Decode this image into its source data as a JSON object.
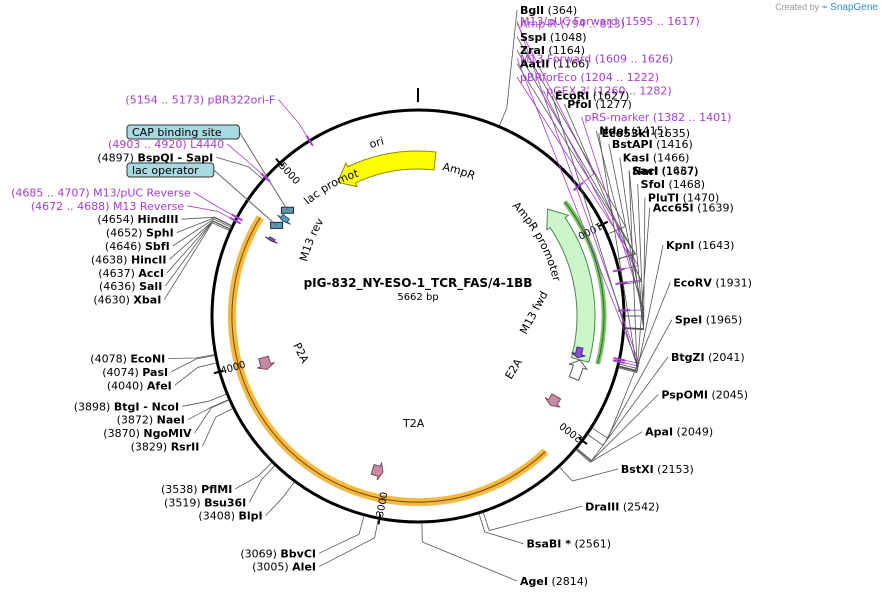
{
  "credit": {
    "prefix": "Created by",
    "brand": "SnapGene"
  },
  "plasmid": {
    "name": "pIG-832_NY-ESO-1_TCR_FAS/4-1BB",
    "size_label": "5662 bp",
    "length": 5662
  },
  "tick_marks": [
    {
      "pos": 1000,
      "label": "1000"
    },
    {
      "pos": 2000,
      "label": "2000"
    },
    {
      "pos": 3000,
      "label": "3000"
    },
    {
      "pos": 4000,
      "label": "4000"
    },
    {
      "pos": 5000,
      "label": "5000"
    }
  ],
  "features": [
    {
      "name": "AmpR",
      "label": "AmpR",
      "start": 794,
      "end": 1654,
      "strand": -1,
      "color": "#ccf5cc"
    },
    {
      "name": "AmpR promoter",
      "label": "AmpR promoter",
      "start": 1655,
      "end": 1759,
      "strand": -1,
      "color": "#ffffff"
    },
    {
      "name": "ori",
      "label": "ori",
      "start": 5175,
      "end": 5760,
      "strand": -1,
      "color": "#ffff00"
    },
    {
      "name": "lac promoter",
      "label": "lac promoter",
      "start": 4798,
      "end": 4828,
      "strand": -1,
      "color": "#ffffff"
    },
    {
      "name": "M13 rev",
      "label": "M13 rev",
      "start": 4672,
      "end": 4688,
      "strand": -1,
      "color": "#8a4fd0"
    },
    {
      "name": "M13 fwd",
      "label": "M13 fwd",
      "start": 1609,
      "end": 1626,
      "strand": 1,
      "color": "#8a4fd0"
    },
    {
      "name": "P2A",
      "label": "P2A",
      "start": 3940,
      "end": 4010,
      "strand": -1,
      "color": "#c98aa6"
    },
    {
      "name": "E2A",
      "label": "E2A",
      "start": 1890,
      "end": 1950,
      "strand": 1,
      "color": "#c98aa6"
    },
    {
      "name": "T2A",
      "label": "T2A",
      "start": 3030,
      "end": 3090,
      "strand": -1,
      "color": "#c98aa6"
    }
  ],
  "labeled_boxes": [
    {
      "label": "CAP binding site",
      "pos": 4860
    },
    {
      "label": "lac operator",
      "pos": 4760
    }
  ],
  "sites": [
    {
      "name": "BglI",
      "pos": "364",
      "p": 364
    },
    {
      "name": "SspI",
      "pos": "1048",
      "p": 1048
    },
    {
      "name": "ZraI",
      "pos": "1164",
      "p": 1164
    },
    {
      "name": "AatII",
      "pos": "1166",
      "p": 1166
    },
    {
      "name": "PfoI",
      "pos": "1277",
      "p": 1277
    },
    {
      "name": "NdeI",
      "pos": "1415",
      "p": 1415
    },
    {
      "name": "BstAPI",
      "pos": "1416",
      "p": 1416
    },
    {
      "name": "KasI",
      "pos": "1466",
      "p": 1466
    },
    {
      "name": "NarI",
      "pos": "1467",
      "p": 1467
    },
    {
      "name": "SfoI",
      "pos": "1468",
      "p": 1468
    },
    {
      "name": "PluTI",
      "pos": "1470",
      "p": 1470
    },
    {
      "name": "EcoRI",
      "pos": "1627",
      "p": 1627
    },
    {
      "name": "Eco53kI",
      "pos": "1635",
      "p": 1635
    },
    {
      "name": "SacI",
      "pos": "1637",
      "p": 1637
    },
    {
      "name": "Acc65I",
      "pos": "1639",
      "p": 1639
    },
    {
      "name": "KpnI",
      "pos": "1643",
      "p": 1643
    },
    {
      "name": "EcoRV",
      "pos": "1931",
      "p": 1931
    },
    {
      "name": "SpeI",
      "pos": "1965",
      "p": 1965
    },
    {
      "name": "BtgZI",
      "pos": "2041",
      "p": 2041
    },
    {
      "name": "PspOMI",
      "pos": "2045",
      "p": 2045
    },
    {
      "name": "ApaI",
      "pos": "2049",
      "p": 2049
    },
    {
      "name": "BstXI",
      "pos": "2153",
      "p": 2153
    },
    {
      "name": "DraIII",
      "pos": "2542",
      "p": 2542
    },
    {
      "name": "BsaBI *",
      "pos": "2561",
      "p": 2561
    },
    {
      "name": "AgeI",
      "pos": "2814",
      "p": 2814
    },
    {
      "name": "AleI",
      "pos": "3005",
      "p": 3005
    },
    {
      "name": "BbvCI",
      "pos": "3069",
      "p": 3069
    },
    {
      "name": "BlpI",
      "pos": "3408",
      "p": 3408
    },
    {
      "name": "Bsu36I",
      "pos": "3519",
      "p": 3519
    },
    {
      "name": "PflMI",
      "pos": "3538",
      "p": 3538
    },
    {
      "name": "RsrII",
      "pos": "3829",
      "p": 3829
    },
    {
      "name": "NgoMIV",
      "pos": "3870",
      "p": 3870
    },
    {
      "name": "NaeI",
      "pos": "3872",
      "p": 3872
    },
    {
      "name": "BtgI - NcoI",
      "pos": "3898",
      "p": 3898
    },
    {
      "name": "AfeI",
      "pos": "4040",
      "p": 4040
    },
    {
      "name": "PasI",
      "pos": "4074",
      "p": 4074
    },
    {
      "name": "EcoNI",
      "pos": "4078",
      "p": 4078
    },
    {
      "name": "XbaI",
      "pos": "4630",
      "p": 4630
    },
    {
      "name": "SalI",
      "pos": "4636",
      "p": 4636
    },
    {
      "name": "AccI",
      "pos": "4637",
      "p": 4637
    },
    {
      "name": "HincII",
      "pos": "4638",
      "p": 4638
    },
    {
      "name": "SbfI",
      "pos": "4646",
      "p": 4646
    },
    {
      "name": "SphI",
      "pos": "4652",
      "p": 4652
    },
    {
      "name": "HindIII",
      "pos": "4654",
      "p": 4654
    },
    {
      "name": "BspQI - SapI",
      "pos": "4897",
      "p": 4897
    }
  ],
  "primers": [
    {
      "label": "Amp-R   (794 .. 813)",
      "p": 803
    },
    {
      "label": "pBRforEco   (1204 .. 1222)",
      "p": 1213
    },
    {
      "label": "pGEX 3'   (1260 .. 1282)",
      "p": 1271
    },
    {
      "label": "pRS-marker   (1382 .. 1401)",
      "p": 1391
    },
    {
      "label": "M13/pUC Forward   (1595 .. 1617)",
      "p": 1606
    },
    {
      "label": "M13 Forward   (1609 .. 1626)",
      "p": 1617
    },
    {
      "label": "(5154 .. 5173)  pBR322ori-F",
      "p": 5163
    },
    {
      "label": "(4903 .. 4920)  L4440",
      "p": 4911
    },
    {
      "label": "(4685 .. 4707)  M13/pUC Reverse",
      "p": 4696
    },
    {
      "label": "(4672 .. 4688)  M13 Reverse",
      "p": 4680
    }
  ]
}
